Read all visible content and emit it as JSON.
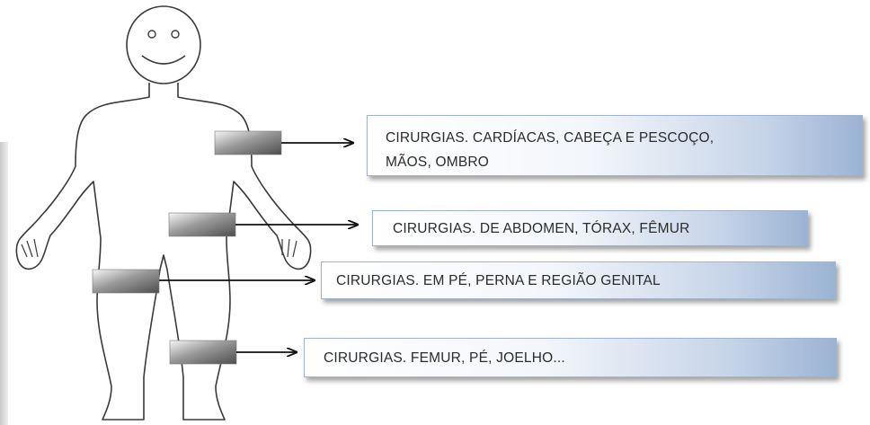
{
  "diagram": {
    "labels": [
      {
        "lines": [
          "CIRURGIAS. CARDÍACAS, CABEÇA E PESCOÇO,",
          "MÃOS, OMBRO"
        ]
      },
      {
        "lines": [
          "CIRURGIAS. DE ABDOMEN, TÓRAX, FÊMUR"
        ]
      },
      {
        "lines": [
          "CIRURGIAS. EM PÉ, PERNA E REGIÃO GENITAL"
        ]
      },
      {
        "lines": [
          "CIRURGIAS. FEMUR, PÉ, JOELHO..."
        ]
      }
    ]
  },
  "colors": {
    "outline": "#3a3a3a",
    "arrow": "#111111",
    "box_border": "#9fb3cc",
    "text": "#2b2b2b"
  }
}
